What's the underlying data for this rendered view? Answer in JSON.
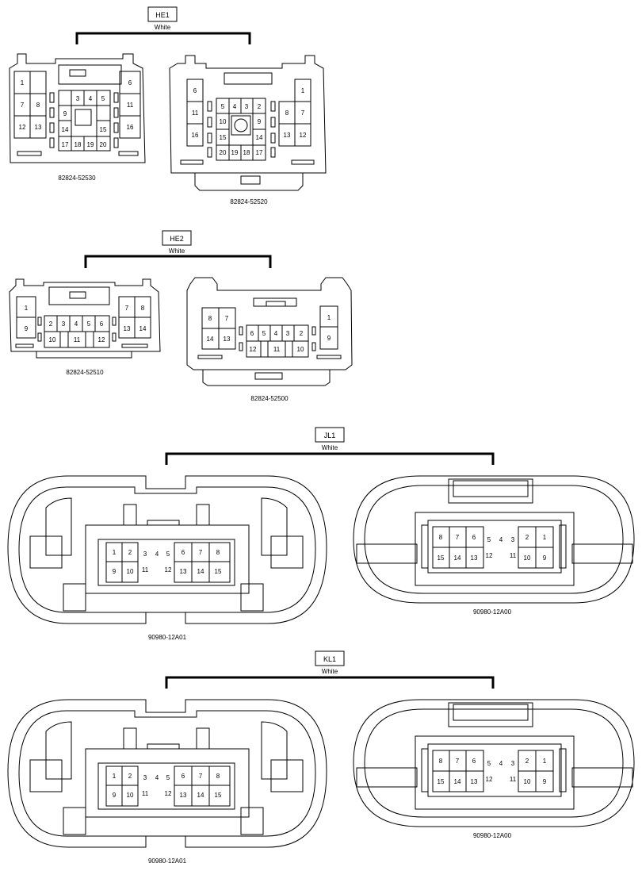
{
  "groups": [
    {
      "tag": "HE1",
      "color": "White",
      "connectors": [
        {
          "part": "82824-52530",
          "pins": [
            "1",
            "7",
            "8",
            "12",
            "13",
            "3",
            "4",
            "5",
            "9",
            "15",
            "14",
            "17",
            "18",
            "19",
            "20",
            "6",
            "11",
            "16"
          ]
        },
        {
          "part": "82824-52520",
          "pins": [
            "6",
            "11",
            "16",
            "5",
            "4",
            "3",
            "2",
            "10",
            "9",
            "15",
            "14",
            "20",
            "19",
            "18",
            "17",
            "1",
            "8",
            "7",
            "13",
            "12"
          ]
        }
      ]
    },
    {
      "tag": "HE2",
      "color": "White",
      "connectors": [
        {
          "part": "82824-52510",
          "pins": [
            "1",
            "9",
            "2",
            "3",
            "4",
            "5",
            "6",
            "10",
            "11",
            "12",
            "7",
            "8",
            "13",
            "14"
          ]
        },
        {
          "part": "82824-52500",
          "pins": [
            "8",
            "7",
            "14",
            "13",
            "6",
            "5",
            "4",
            "3",
            "2",
            "12",
            "11",
            "10",
            "1",
            "9"
          ]
        }
      ]
    },
    {
      "tag": "JL1",
      "color": "White",
      "connectors": [
        {
          "part": "90980-12A01",
          "pins": [
            "1",
            "2",
            "3",
            "4",
            "5",
            "6",
            "7",
            "8",
            "9",
            "10",
            "11",
            "12",
            "13",
            "14",
            "15"
          ]
        },
        {
          "part": "90980-12A00",
          "pins": [
            "8",
            "7",
            "6",
            "5",
            "4",
            "3",
            "2",
            "1",
            "15",
            "14",
            "13",
            "12",
            "11",
            "10",
            "9"
          ]
        }
      ]
    },
    {
      "tag": "KL1",
      "color": "White",
      "connectors": [
        {
          "part": "90980-12A01",
          "pins": [
            "1",
            "2",
            "3",
            "4",
            "5",
            "6",
            "7",
            "8",
            "9",
            "10",
            "11",
            "12",
            "13",
            "14",
            "15"
          ]
        },
        {
          "part": "90980-12A00",
          "pins": [
            "8",
            "7",
            "6",
            "5",
            "4",
            "3",
            "2",
            "1",
            "15",
            "14",
            "13",
            "12",
            "11",
            "10",
            "9"
          ]
        }
      ]
    }
  ]
}
